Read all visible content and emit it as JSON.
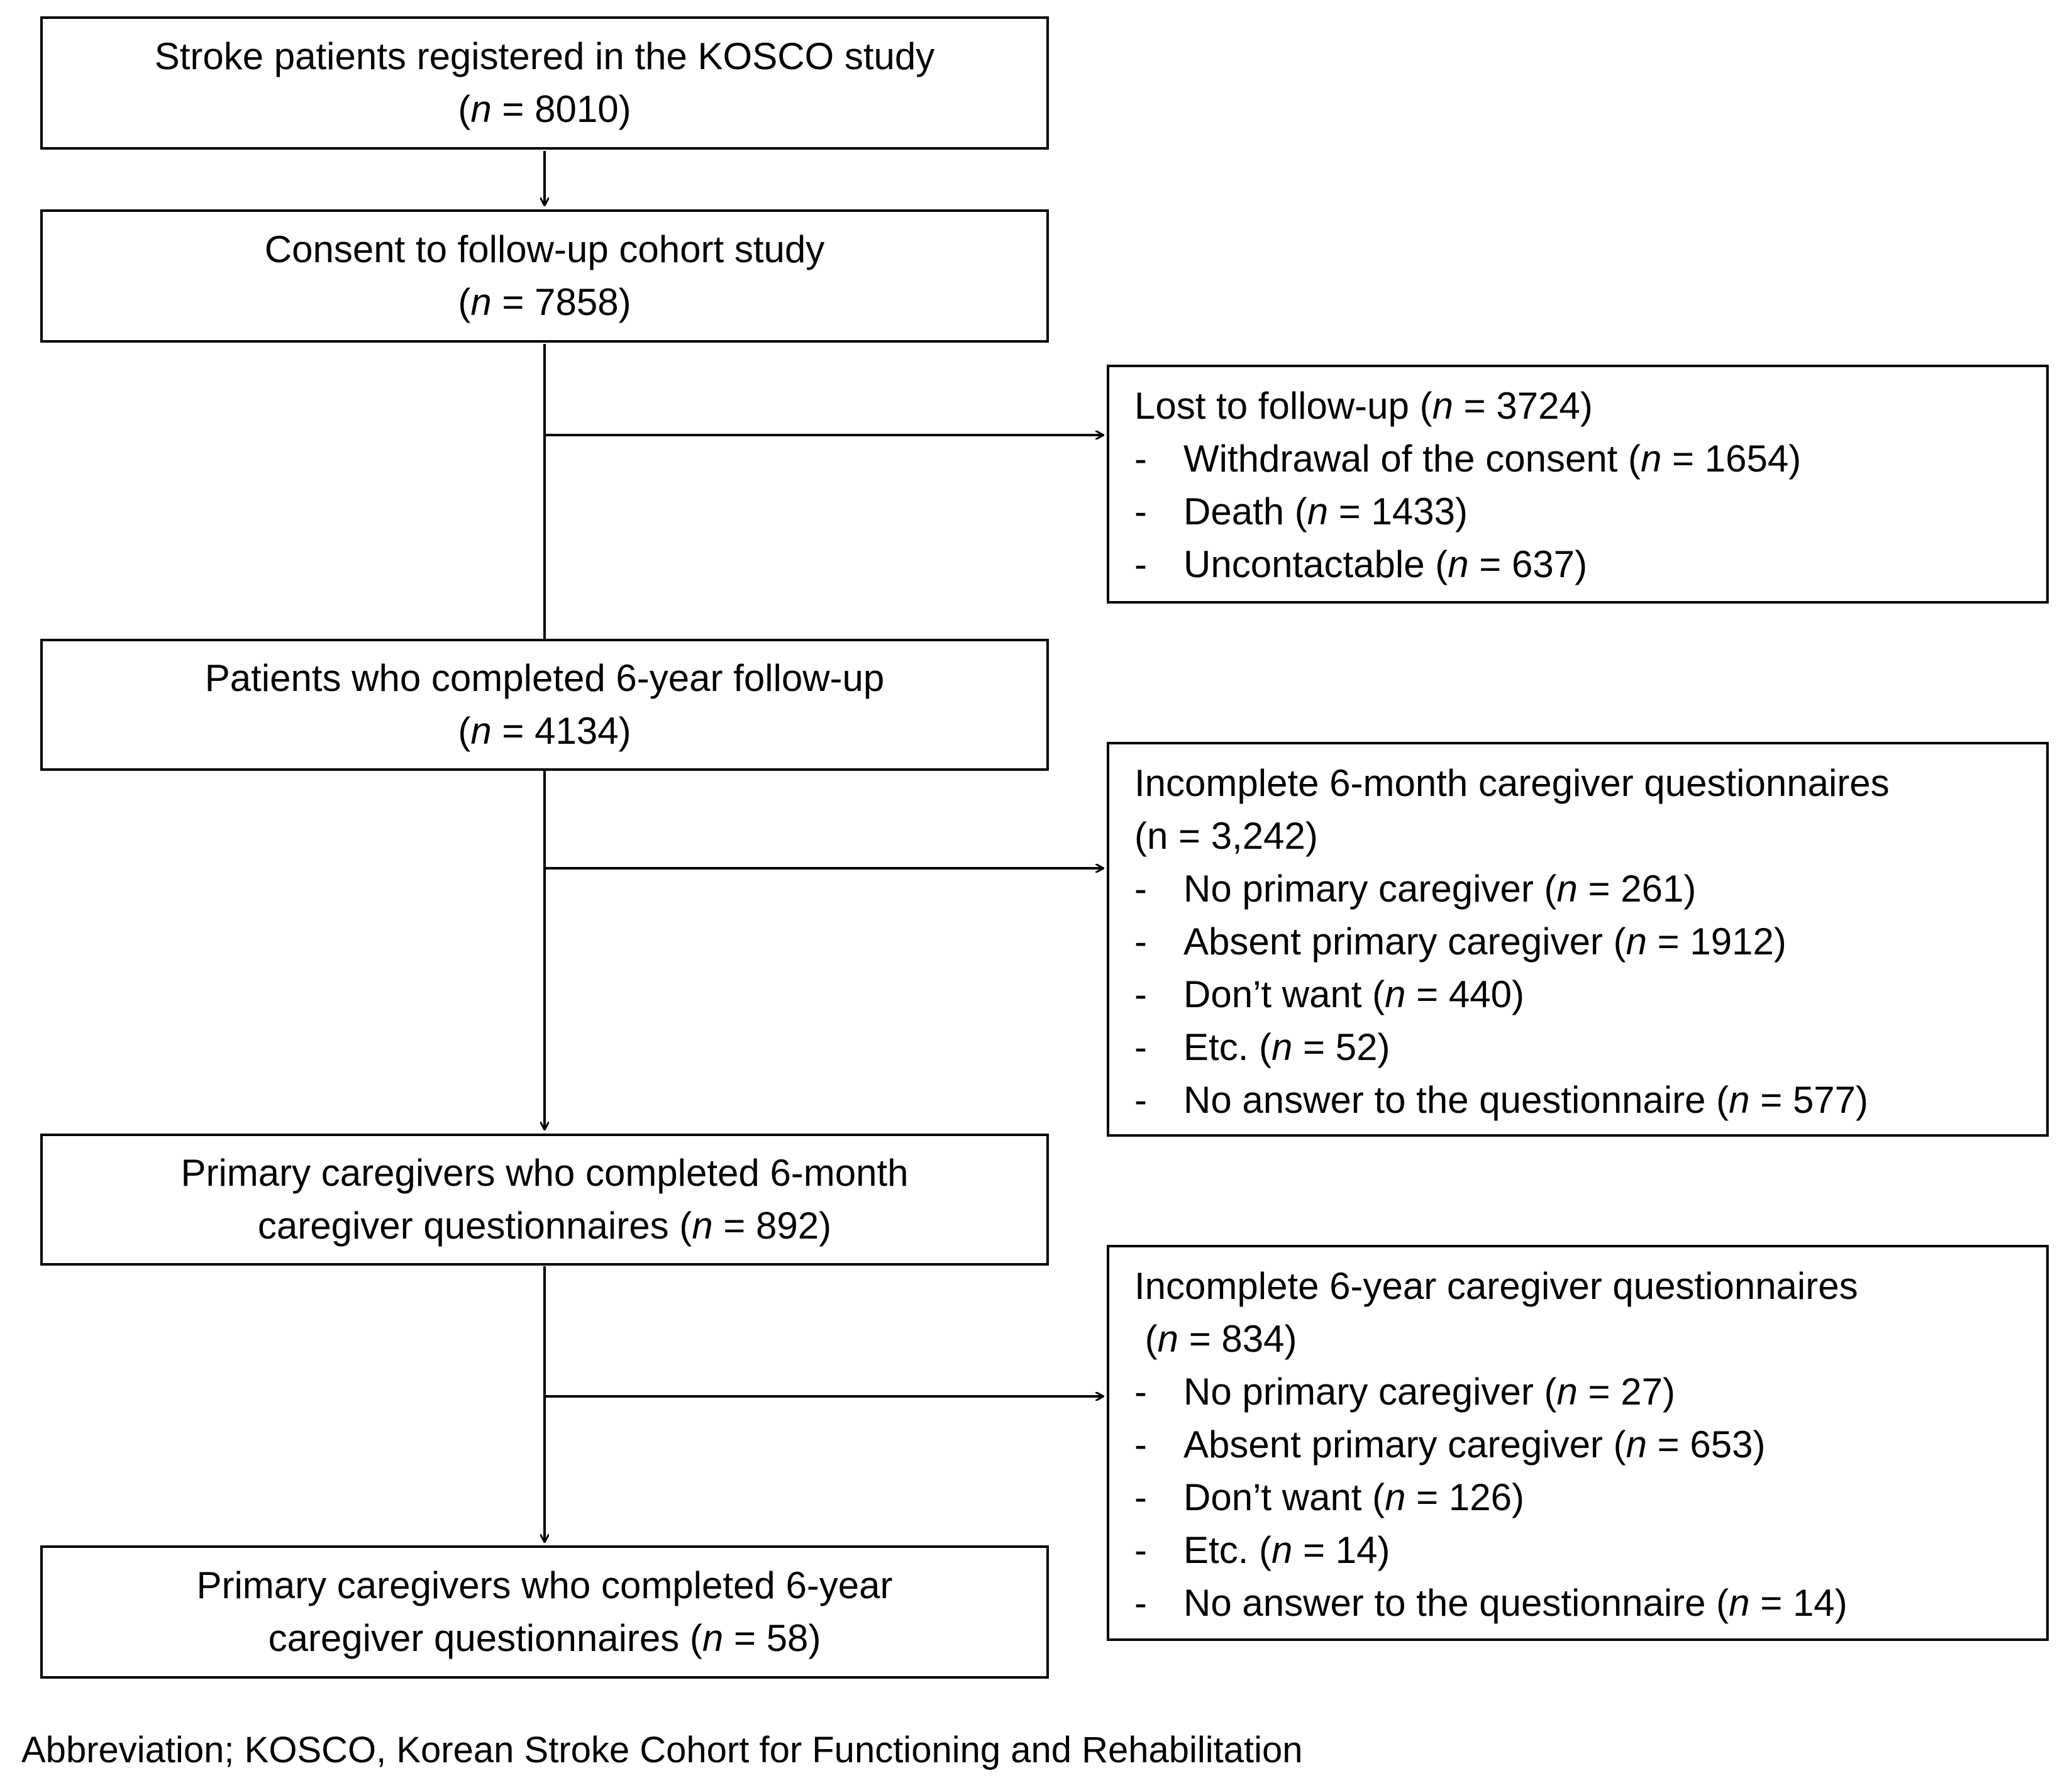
{
  "boxes": {
    "registered": {
      "line1": "Stroke patients registered in the KOSCO study",
      "n": "8010"
    },
    "consent": {
      "line1": "Consent to follow-up cohort study",
      "n": "7858"
    },
    "completed6y": {
      "line1": "Patients who completed 6-year follow-up",
      "n": "4134"
    },
    "caregivers6m": {
      "line1": "Primary caregivers who completed 6-month",
      "line2": "caregiver questionnaires",
      "n": "892"
    },
    "caregivers6y": {
      "line1": "Primary caregivers who completed 6-year",
      "line2": "caregiver questionnaires",
      "n": "58"
    }
  },
  "exclusions": {
    "lost": {
      "title": "Lost to follow-up",
      "n": "3724",
      "items": [
        {
          "label": "Withdrawal of the consent",
          "n": "1654"
        },
        {
          "label": "Death",
          "n": "1433"
        },
        {
          "label": "Uncontactable",
          "n": "637"
        }
      ]
    },
    "incomplete6m": {
      "title": "Incomplete 6-month caregiver questionnaires",
      "total": "(n = 3,242)",
      "items": [
        {
          "label": "No primary caregiver",
          "n": "261"
        },
        {
          "label": "Absent primary caregiver",
          "n": "1912"
        },
        {
          "label": "Don’t want",
          "n": "440"
        },
        {
          "label": "Etc.",
          "n": "52"
        },
        {
          "label": "No answer to the questionnaire",
          "n": "577"
        }
      ]
    },
    "incomplete6y": {
      "title": "Incomplete 6-year caregiver questionnaires",
      "n": "834",
      "items": [
        {
          "label": "No primary caregiver",
          "n": "27"
        },
        {
          "label": "Absent primary caregiver",
          "n": "653"
        },
        {
          "label": "Don’t want",
          "n": "126"
        },
        {
          "label": "Etc.",
          "n": "14"
        },
        {
          "label": "No answer to the questionnaire",
          "n": "14"
        }
      ]
    }
  },
  "footnote": "Abbreviation; KOSCO, Korean Stroke Cohort for Functioning and Rehabilitation",
  "symbols": {
    "n": "n",
    "equals": " = ",
    "dash": "-"
  }
}
